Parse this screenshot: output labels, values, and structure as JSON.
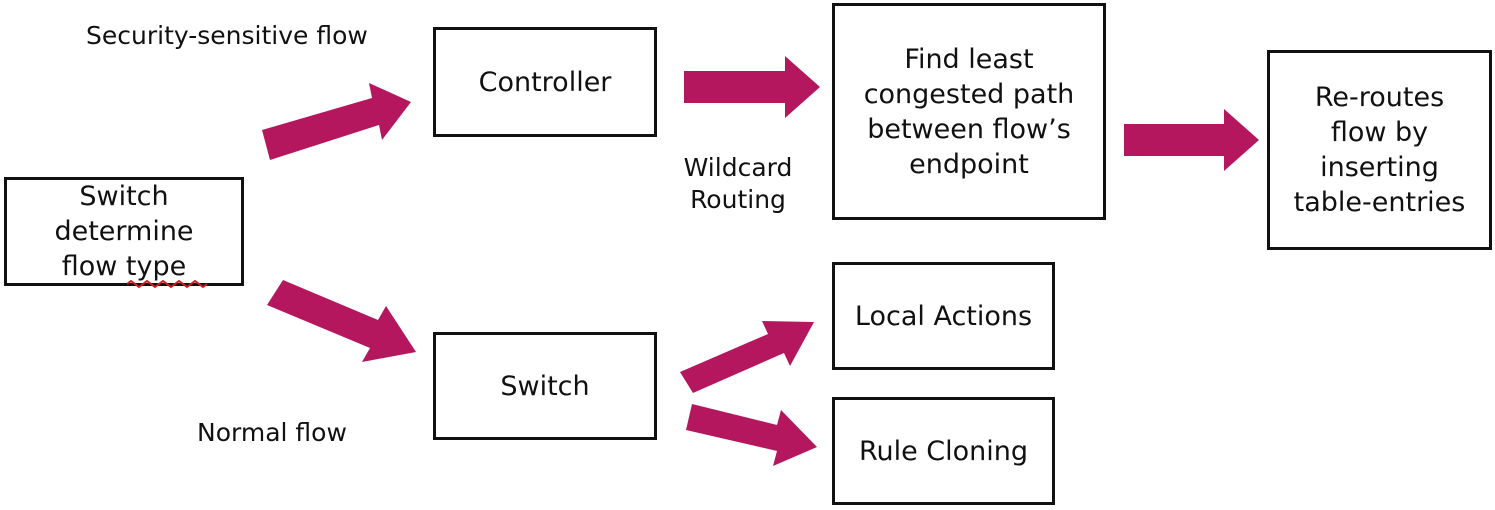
{
  "colors": {
    "arrow": "#b5175e",
    "border": "#111111",
    "text": "#111111",
    "spellcheck": "#d21e1e"
  },
  "labels": {
    "security_flow": "Security-sensitive flow",
    "normal_flow": "Normal flow",
    "wildcard_routing": "Wildcard\nRouting"
  },
  "nodes": {
    "source": "Switch\ndetermine\nflow type",
    "controller": "Controller",
    "find_path": "Find least\ncongested path\nbetween flow’s\nendpoint",
    "reroute": "Re-routes\nflow by\ninserting\ntable-entries",
    "switch": "Switch",
    "local_actions": "Local Actions",
    "rule_cloning": "Rule Cloning"
  }
}
